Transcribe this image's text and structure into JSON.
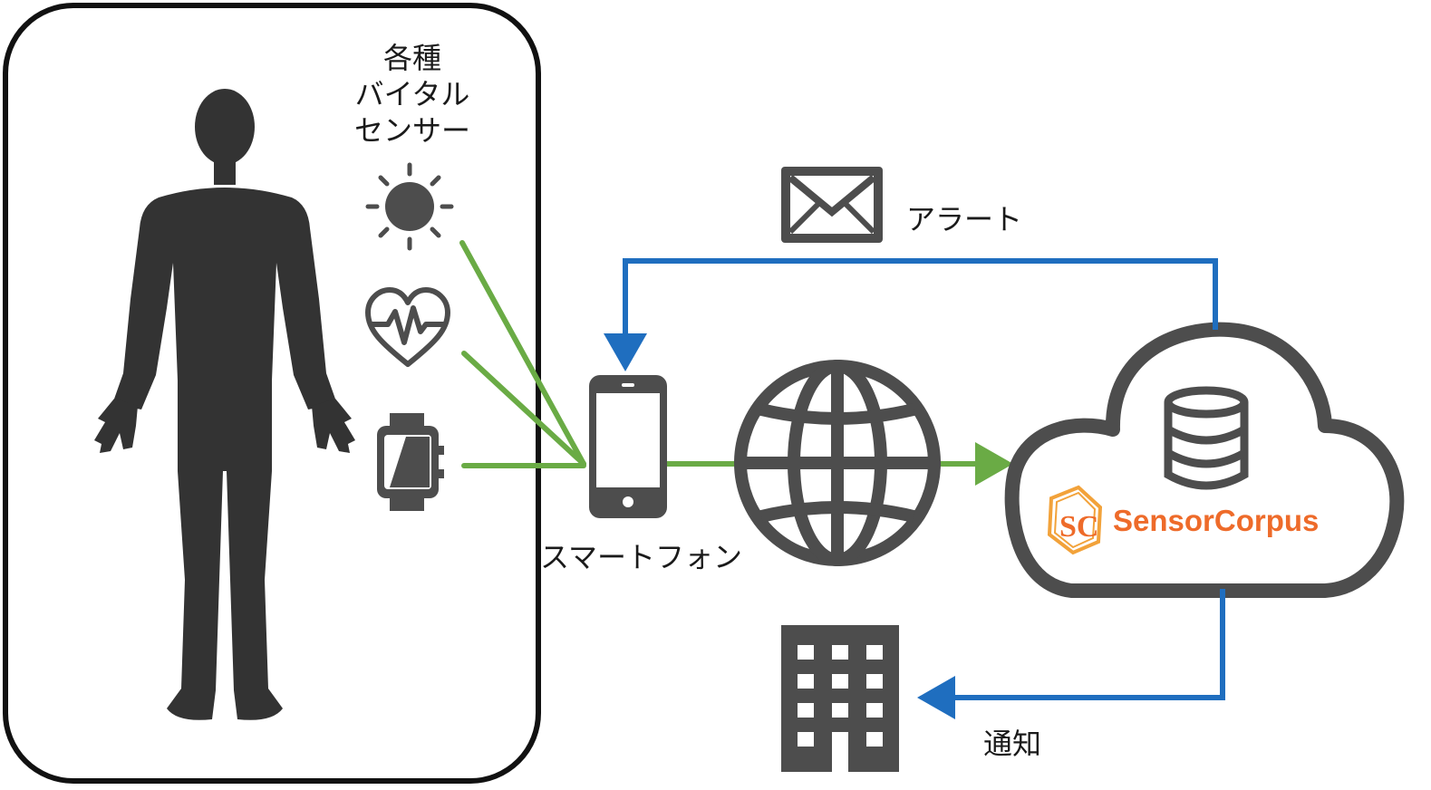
{
  "sensors": {
    "title_lines": [
      "各種",
      "バイタル",
      "センサー"
    ],
    "items": [
      {
        "icon": "sun-icon"
      },
      {
        "icon": "heart-rate-icon"
      },
      {
        "icon": "smartwatch-icon"
      }
    ]
  },
  "phone": {
    "label": "スマートフォン",
    "icon": "smartphone-icon"
  },
  "internet": {
    "icon": "globe-icon"
  },
  "cloud": {
    "brand": "SensorCorpus",
    "logo_letters": "SC",
    "icon": "database-icon"
  },
  "alert": {
    "label": "アラート",
    "icon": "mail-icon"
  },
  "notify": {
    "label": "通知",
    "icon": "building-icon"
  },
  "colors": {
    "sensor_link": "#6aab45",
    "feedback_link": "#1f6ebf",
    "icon_gray": "#4d4d4d",
    "brand": "#ee6b2a",
    "frame": "#111111"
  }
}
